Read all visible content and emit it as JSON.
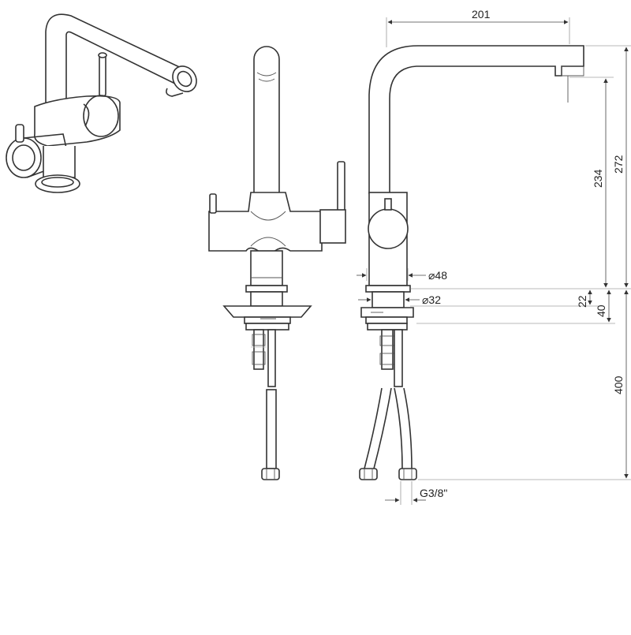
{
  "drawing": {
    "dimensions": {
      "spout_reach": "201",
      "spout_clearance": "234",
      "total_height": "272",
      "body_diameter": "⌀48",
      "base_diameter": "⌀32",
      "base_ring": "22",
      "base_height": "40",
      "hose_length": "400",
      "connection_thread": "G3/8\""
    }
  }
}
